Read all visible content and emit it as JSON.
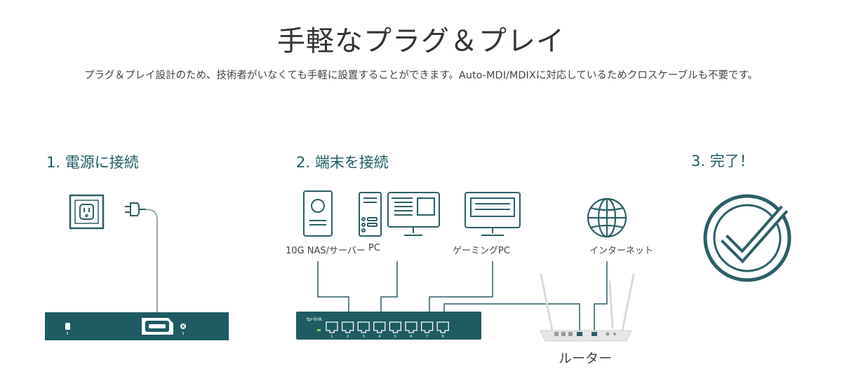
{
  "header": {
    "title": "手軽なプラグ＆プレイ",
    "description": "プラグ＆プレイ設計のため、技術者がいなくても手軽に設置することができます。Auto-MDI/MDIXに対応しているためクロスケーブルも不要です。"
  },
  "steps": [
    {
      "label": "1. 電源に接続"
    },
    {
      "label": "2. 端末を接続"
    },
    {
      "label": "3. 完了！"
    }
  ],
  "devices": {
    "nas_server": "10G NAS/サーバー",
    "pc": "PC",
    "gaming_pc": "ゲーミングPC",
    "internet": "インターネット",
    "router": "ルーター"
  },
  "switch": {
    "brand": "tp-link",
    "port_numbers": [
      "1",
      "2",
      "3",
      "4",
      "5",
      "6",
      "7",
      "8"
    ]
  },
  "colors": {
    "accent": "#1f5c63",
    "device_dark": "#1e5b62",
    "line": "#2c5f66",
    "check": "#2c5f66",
    "router_body": "#e6e6e6"
  }
}
